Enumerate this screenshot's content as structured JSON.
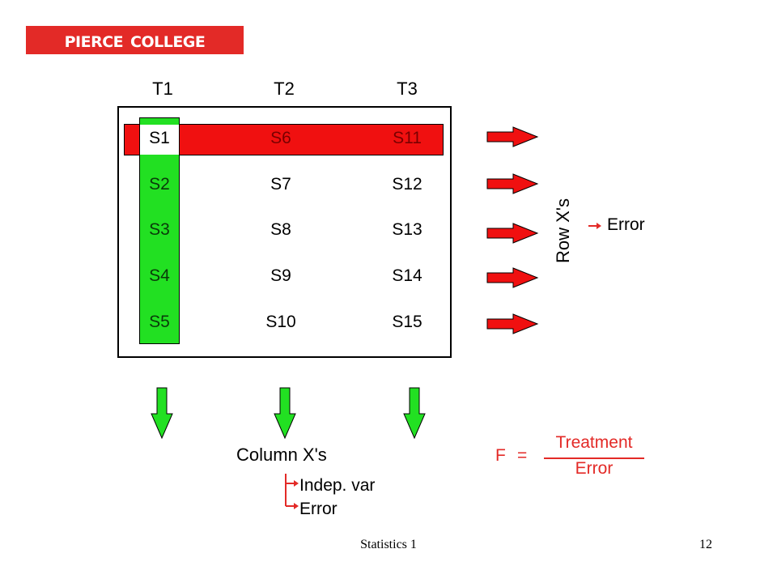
{
  "logo": {
    "text": "Pierce College"
  },
  "headers": [
    "T1",
    "T2",
    "T3"
  ],
  "rows": [
    [
      "S1",
      "S6",
      "S11"
    ],
    [
      "S2",
      "S7",
      "S12"
    ],
    [
      "S3",
      "S8",
      "S13"
    ],
    [
      "S4",
      "S9",
      "S14"
    ],
    [
      "S5",
      "S10",
      "S15"
    ]
  ],
  "row_side": {
    "label": "Row X's",
    "error": "Error"
  },
  "column_side": {
    "label": "Column X's",
    "indep": "Indep. var",
    "error": "Error"
  },
  "formula": {
    "f": "F",
    "eq": "=",
    "numerator": "Treatment",
    "denominator": "Error"
  },
  "footer": {
    "title": "Statistics 1",
    "page": "12"
  },
  "colors": {
    "red": "#e32a27",
    "green": "#22e022"
  }
}
